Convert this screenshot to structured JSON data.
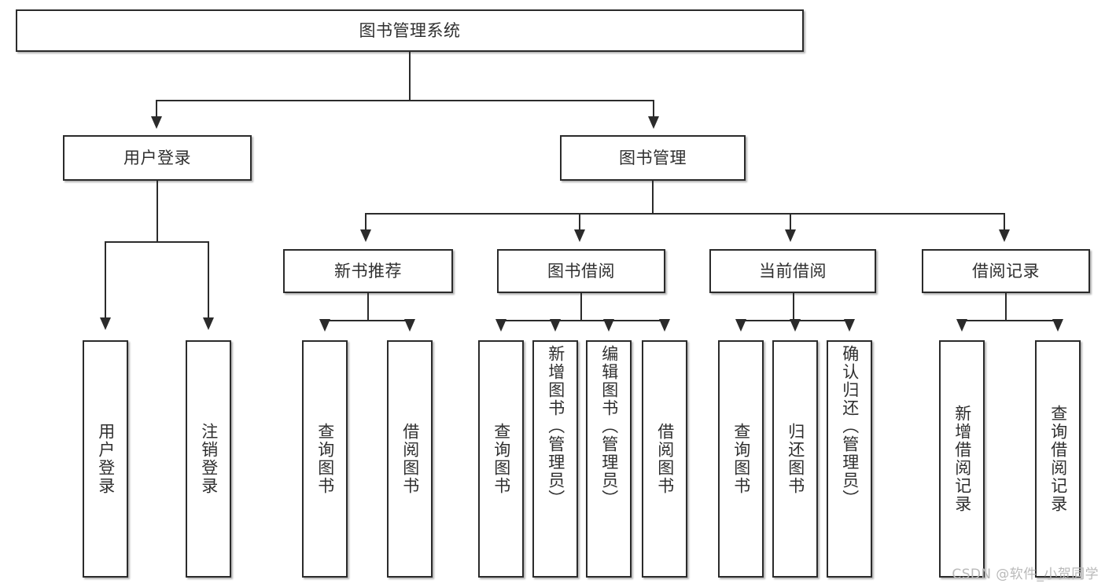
{
  "diagram": {
    "type": "tree-hierarchy",
    "title": "图书管理系统",
    "root": {
      "label": "图书管理系统"
    },
    "level2": [
      {
        "label": "用户登录"
      },
      {
        "label": "图书管理"
      }
    ],
    "level3": [
      {
        "label": "新书推荐",
        "parent": "图书管理"
      },
      {
        "label": "图书借阅",
        "parent": "图书管理"
      },
      {
        "label": "当前借阅",
        "parent": "图书管理"
      },
      {
        "label": "借阅记录",
        "parent": "图书管理"
      }
    ],
    "leaves": {
      "user_login": [
        {
          "label": "用户登录"
        },
        {
          "label": "注销登录"
        }
      ],
      "new_book_recommend": [
        {
          "label": "查询图书"
        },
        {
          "label": "借阅图书"
        }
      ],
      "book_borrow": [
        {
          "label": "查询图书"
        },
        {
          "label": "新增图书（管理员）"
        },
        {
          "label": "编辑图书（管理员）"
        },
        {
          "label": "借阅图书"
        }
      ],
      "current_borrow": [
        {
          "label": "查询图书"
        },
        {
          "label": "归还图书"
        },
        {
          "label": "确认归还（管理员）"
        }
      ],
      "borrow_record": [
        {
          "label": "新增借阅记录"
        },
        {
          "label": "查询借阅记录"
        }
      ]
    }
  },
  "watermark": {
    "text": "CSDN @软件_小贺同学"
  },
  "colors": {
    "stroke": "#2b2b2b",
    "text": "#2f2f2f",
    "background": "#ffffff",
    "watermark": "#b9b9b9"
  }
}
